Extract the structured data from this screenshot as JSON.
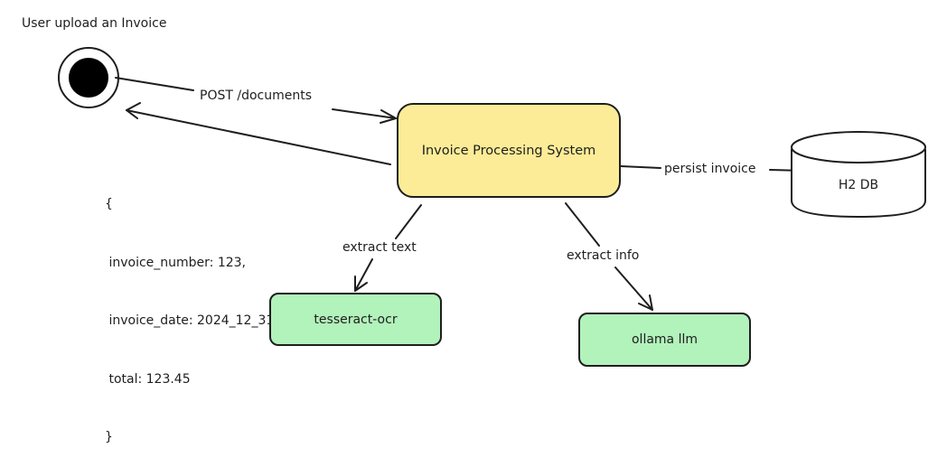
{
  "actor": {
    "caption": "User upload an Invoice"
  },
  "main_system": {
    "label": "Invoice Processing System",
    "color": "#fcec97"
  },
  "database": {
    "label": "H2 DB"
  },
  "services": [
    {
      "label": "tesseract-ocr",
      "color": "#b2f2bb"
    },
    {
      "label": "ollama llm",
      "color": "#b2f2bb"
    }
  ],
  "edges": {
    "post_documents": "POST /documents",
    "persist_invoice": "persist invoice",
    "extract_text": "extract text",
    "extract_info": "extract info"
  },
  "response": {
    "lines": [
      "{",
      " invoice_number: 123,",
      " invoice_date: 2024_12_31,",
      " total: 123.45",
      "}"
    ]
  }
}
